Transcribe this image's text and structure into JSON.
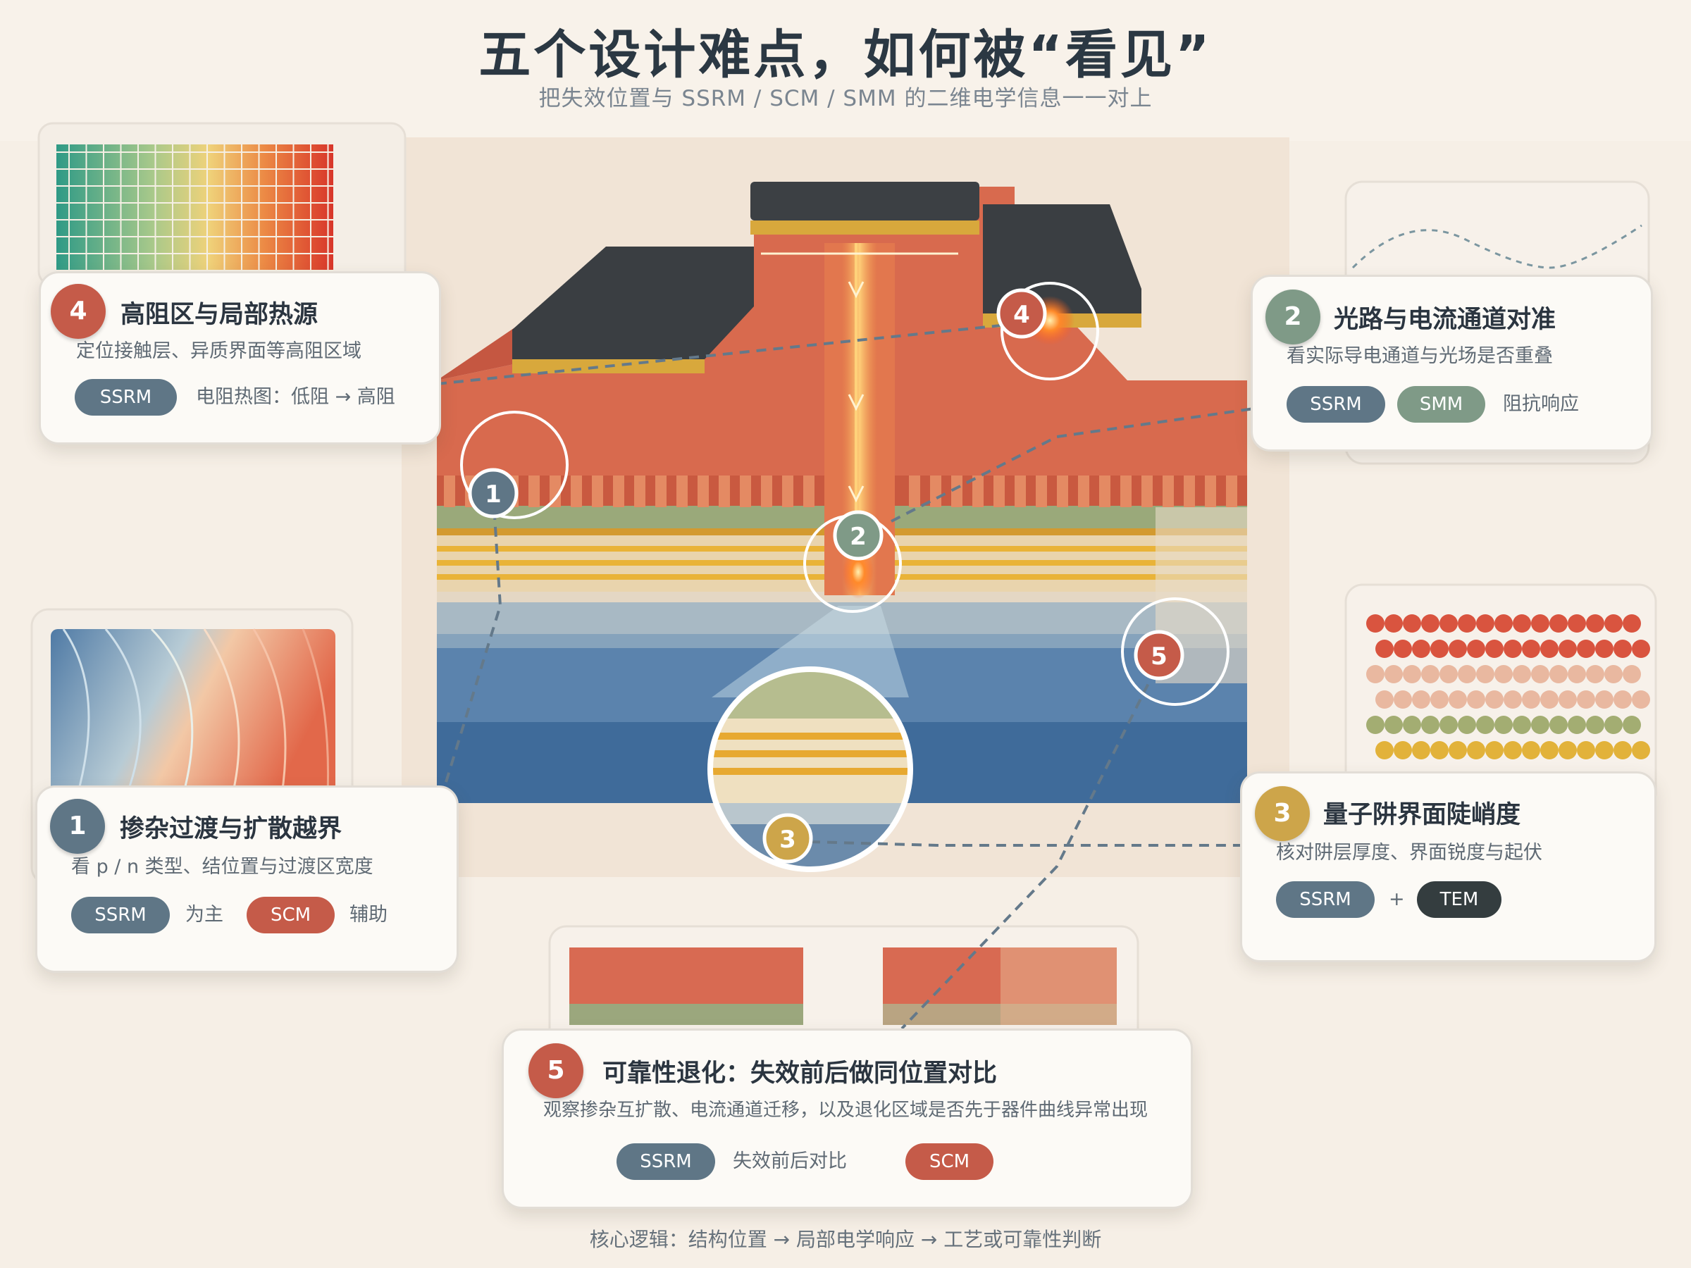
{
  "header": {
    "title": "五个设计难点，如何被“看见”",
    "subtitle": "把失效位置与 SSRM / SCM / SMM 的二维电学信息一一对上"
  },
  "markers": [
    "1",
    "2",
    "3",
    "4",
    "5"
  ],
  "cards": {
    "card4": {
      "num": "4",
      "title": "高阻区与局部热源",
      "desc": "定位接触层、异质界面等高阻区域",
      "pill1": "SSRM",
      "text1": "电阻热图：低阻 → 高阻"
    },
    "card2": {
      "num": "2",
      "title": "光路与电流通道对准",
      "desc": "看实际导电通道与光场是否重叠",
      "pill1": "SSRM",
      "pill2": "SMM",
      "text1": "阻抗响应"
    },
    "card1": {
      "num": "1",
      "title": "掺杂过渡与扩散越界",
      "desc": "看 p / n 类型、结位置与过渡区宽度",
      "pill1": "SSRM",
      "text1": "为主",
      "pill2": "SCM",
      "text2": "辅助"
    },
    "card3": {
      "num": "3",
      "title": "量子阱界面陡峭度",
      "desc": "核对阱层厚度、界面锐度与起伏",
      "pill1": "SSRM",
      "plus": "+",
      "pill2": "TEM"
    },
    "card5": {
      "num": "5",
      "title": "可靠性退化：失效前后做同位置对比",
      "desc": "观察掺杂互扩散、电流通道迁移，以及退化区域是否先于器件曲线异常出现",
      "pill1": "SSRM",
      "text1": "失效前后对比",
      "pill2": "SCM"
    }
  },
  "footer": "核心逻辑：结构位置 → 局部电学响应 → 工艺或可靠性判断",
  "colors": {
    "slate": "#5f7686",
    "sage": "#7f9a87",
    "terra": "#c55b49",
    "ochre": "#cda54a",
    "dark": "#343d3f",
    "background": "#f6efe6"
  }
}
